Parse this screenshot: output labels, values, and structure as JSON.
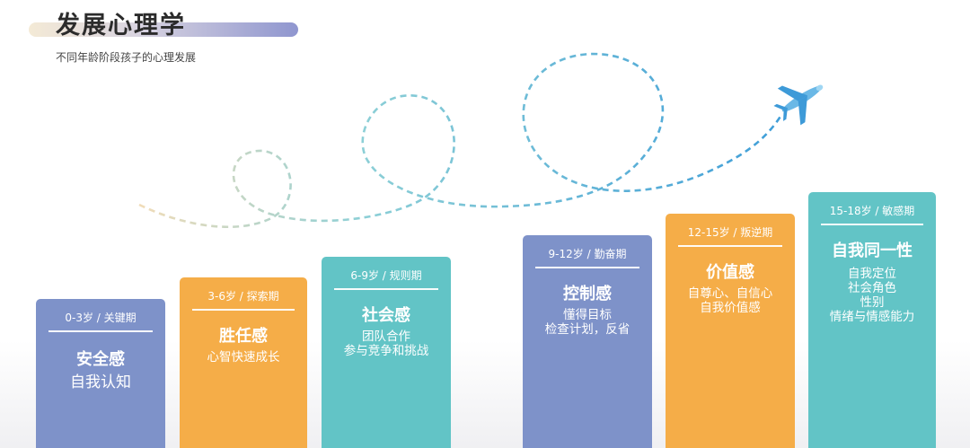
{
  "header": {
    "title": "发展心理学",
    "subtitle": "不同年龄阶段孩子的心理发展"
  },
  "colors": {
    "blue": "#7e92c9",
    "orange": "#f5ad48",
    "teal": "#62c4c6"
  },
  "icons": {
    "plane": "airplane-icon"
  },
  "stages": [
    {
      "age": "0-3岁 / 关键期",
      "main": "安全感",
      "desc1": "自我认知",
      "desc2": "",
      "desc3": "",
      "desc4": ""
    },
    {
      "age": "3-6岁 / 探索期",
      "main": "胜任感",
      "desc1": "心智快速成长",
      "desc2": "",
      "desc3": "",
      "desc4": ""
    },
    {
      "age": "6-9岁 / 规则期",
      "main": "社会感",
      "desc1": "团队合作",
      "desc2": "参与竞争和挑战",
      "desc3": "",
      "desc4": ""
    },
    {
      "age": "9-12岁 / 勤奋期",
      "main": "控制感",
      "desc1": "懂得目标",
      "desc2": "检查计划，反省",
      "desc3": "",
      "desc4": ""
    },
    {
      "age": "12-15岁 / 叛逆期",
      "main": "价值感",
      "desc1": "自尊心、自信心",
      "desc2": "自我价值感",
      "desc3": "",
      "desc4": ""
    },
    {
      "age": "15-18岁 / 敏感期",
      "main": "自我同一性",
      "desc1": "自我定位",
      "desc2": "社会角色",
      "desc3": "性别",
      "desc4": "情绪与情感能力"
    }
  ]
}
